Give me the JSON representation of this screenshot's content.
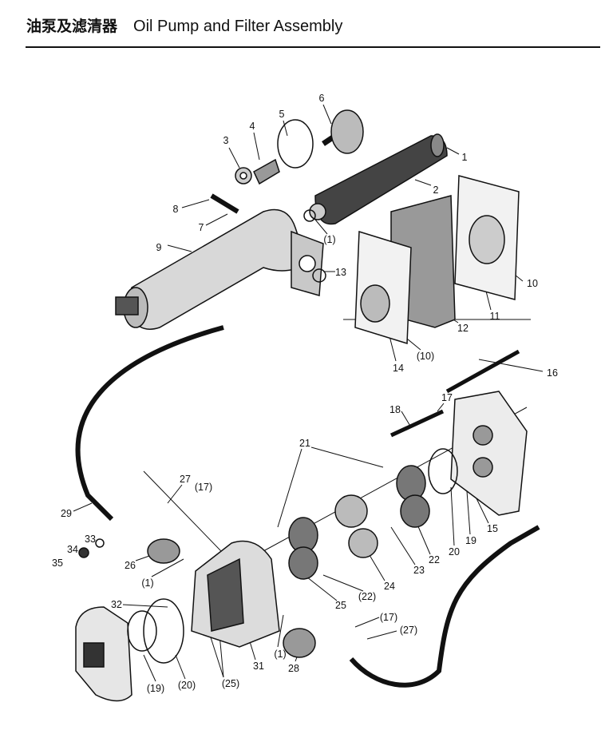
{
  "title": {
    "zh": "油泵及滤清器",
    "en": "Oil Pump and Filter Assembly"
  },
  "callouts": [
    "1",
    "2",
    "3",
    "4",
    "5",
    "6",
    "7",
    "8",
    "(1)",
    "9",
    "13",
    "10",
    "11",
    "12",
    "14",
    "(10)",
    "16",
    "17",
    "18",
    "21",
    "27",
    "(17)",
    "29",
    "26",
    "33",
    "34",
    "35",
    "(1)",
    "32",
    "22",
    "20",
    "19",
    "15",
    "23",
    "24",
    "(22)",
    "25",
    "31",
    "(1)",
    "28",
    "(17)",
    "(27)",
    "(19)",
    "(20)",
    "(25)"
  ],
  "colors": {
    "ink": "#111111",
    "paper": "#ffffff"
  }
}
